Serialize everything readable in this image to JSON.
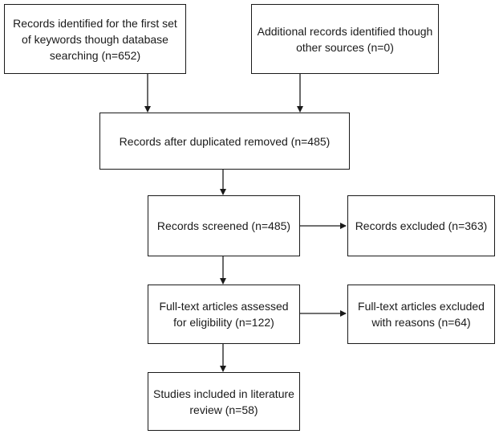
{
  "flow": {
    "identified_db": "Records identified for the first set of keywords though database searching (n=652)",
    "identified_other": "Additional records identified though other sources (n=0)",
    "after_duplicates": "Records after duplicated removed (n=485)",
    "screened": "Records screened (n=485)",
    "excluded": "Records excluded (n=363)",
    "fulltext_assessed": "Full-text articles assessed for eligibility (n=122)",
    "fulltext_excluded": "Full-text articles excluded with reasons (n=64)",
    "included": "Studies included in literature review (n=58)"
  }
}
